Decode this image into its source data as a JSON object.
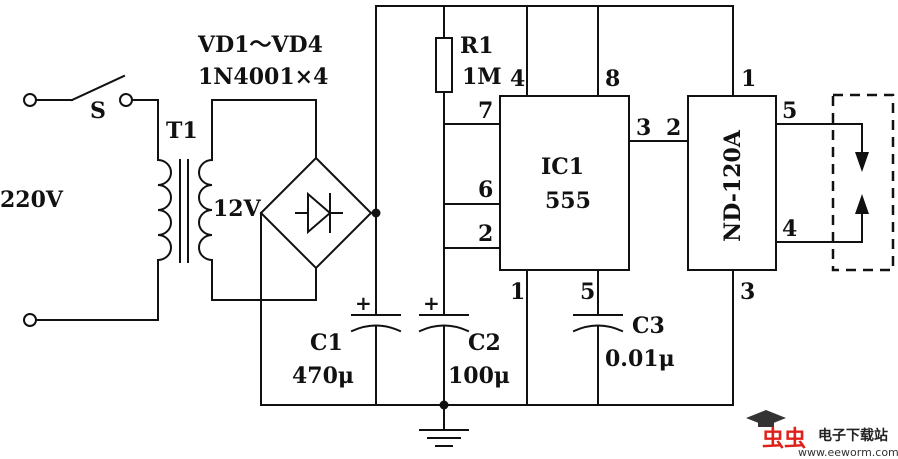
{
  "labels": {
    "diodes": "VD1～VD4",
    "diode_part": "1N4001×4",
    "switch": "S",
    "transformer": "T1",
    "mains": "220V",
    "secondary": "12V",
    "r1_name": "R1",
    "r1_value": "1M",
    "ic1_name": "IC1",
    "ic1_type": "555",
    "ic2_type": "ND-120A",
    "c1_name": "C1",
    "c1_value": "470μ",
    "c2_name": "C2",
    "c2_value": "100μ",
    "c3_name": "C3",
    "c3_value": "0.01μ",
    "polarity_plus": "+"
  },
  "pins": {
    "ic1_4": "4",
    "ic1_8": "8",
    "ic1_7": "7",
    "ic1_6": "6",
    "ic1_2": "2",
    "ic1_3": "3",
    "ic1_1": "1",
    "ic1_5": "5",
    "ic2_1": "1",
    "ic2_2": "2",
    "ic2_5": "5",
    "ic2_4": "4",
    "ic2_3": "3"
  },
  "watermark": {
    "logo_text": "虫虫",
    "site_name": "电子下载站",
    "url": "www.eeworm.com",
    "logo_color": "#e0211b"
  }
}
